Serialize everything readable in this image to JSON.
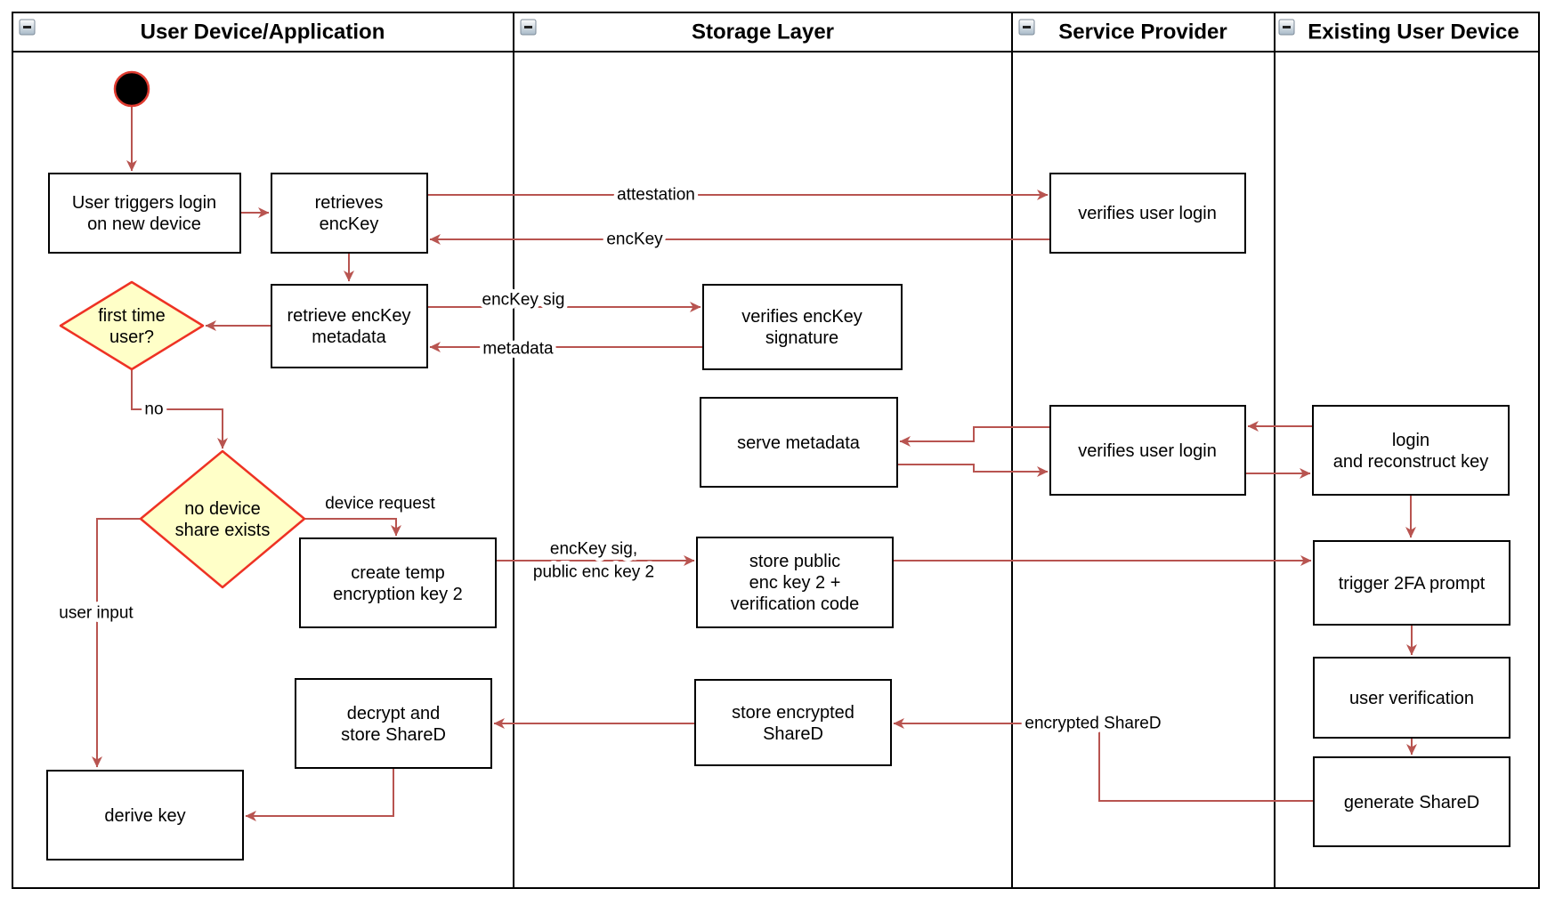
{
  "diagram_title": "device key recovery activity diagram",
  "colors": {
    "edge_accent": "#B85450",
    "decision_fill": "#FFFFC8",
    "decision_stroke": "#EE3224",
    "node_border": "#000000",
    "start_node_fill": "#000000",
    "start_node_stroke": "#E03C31",
    "lane_border": "#000000"
  },
  "lanes": [
    {
      "title": "User Device/Application",
      "collapse_icon": "minus-icon"
    },
    {
      "title": "Storage Layer",
      "collapse_icon": "minus-icon"
    },
    {
      "title": "Service Provider",
      "collapse_icon": "minus-icon"
    },
    {
      "title": "Existing User Device",
      "collapse_icon": "minus-icon"
    }
  ],
  "nodes": {
    "start": {
      "type": "initial-node"
    },
    "user_triggers": {
      "lines": [
        "User triggers login",
        "on new device"
      ]
    },
    "retrieves_enckey": {
      "lines": [
        "retrieves",
        "encKey"
      ]
    },
    "verifies_user_login_1": {
      "lines": [
        "verifies user login"
      ]
    },
    "retrieve_metadata": {
      "lines": [
        "retrieve encKey",
        "metadata"
      ]
    },
    "first_time_user": {
      "lines": [
        "first time",
        "user?"
      ]
    },
    "verifies_signature": {
      "lines": [
        "verifies encKey",
        "signature"
      ]
    },
    "no_device_share": {
      "lines": [
        "no device",
        "share exists"
      ]
    },
    "create_temp_key": {
      "lines": [
        "create temp",
        "encryption key 2"
      ]
    },
    "store_public": {
      "lines": [
        "store public",
        "enc key 2 +",
        "verification code"
      ]
    },
    "serve_metadata": {
      "lines": [
        "serve metadata"
      ]
    },
    "verifies_user_login_2": {
      "lines": [
        "verifies user login"
      ]
    },
    "login_reconstruct": {
      "lines": [
        "login",
        "and reconstruct key"
      ]
    },
    "trigger_2fa": {
      "lines": [
        "trigger 2FA prompt"
      ]
    },
    "user_verification": {
      "lines": [
        "user verification"
      ]
    },
    "generate_shared": {
      "lines": [
        "generate ShareD"
      ]
    },
    "store_encrypted": {
      "lines": [
        "store encrypted",
        "ShareD"
      ]
    },
    "decrypt_store": {
      "lines": [
        "decrypt and",
        "store ShareD"
      ]
    },
    "derive_key": {
      "lines": [
        "derive key"
      ]
    }
  },
  "edge_labels": {
    "attestation": "attestation",
    "enckey": "encKey",
    "enckey_sig": "encKey sig",
    "metadata": "metadata",
    "no": "no",
    "device_request": "device request",
    "user_input": "user input",
    "enckey_sig_public": [
      "encKey sig,",
      "public enc key 2"
    ],
    "encrypted_shared": "encrypted ShareD"
  }
}
